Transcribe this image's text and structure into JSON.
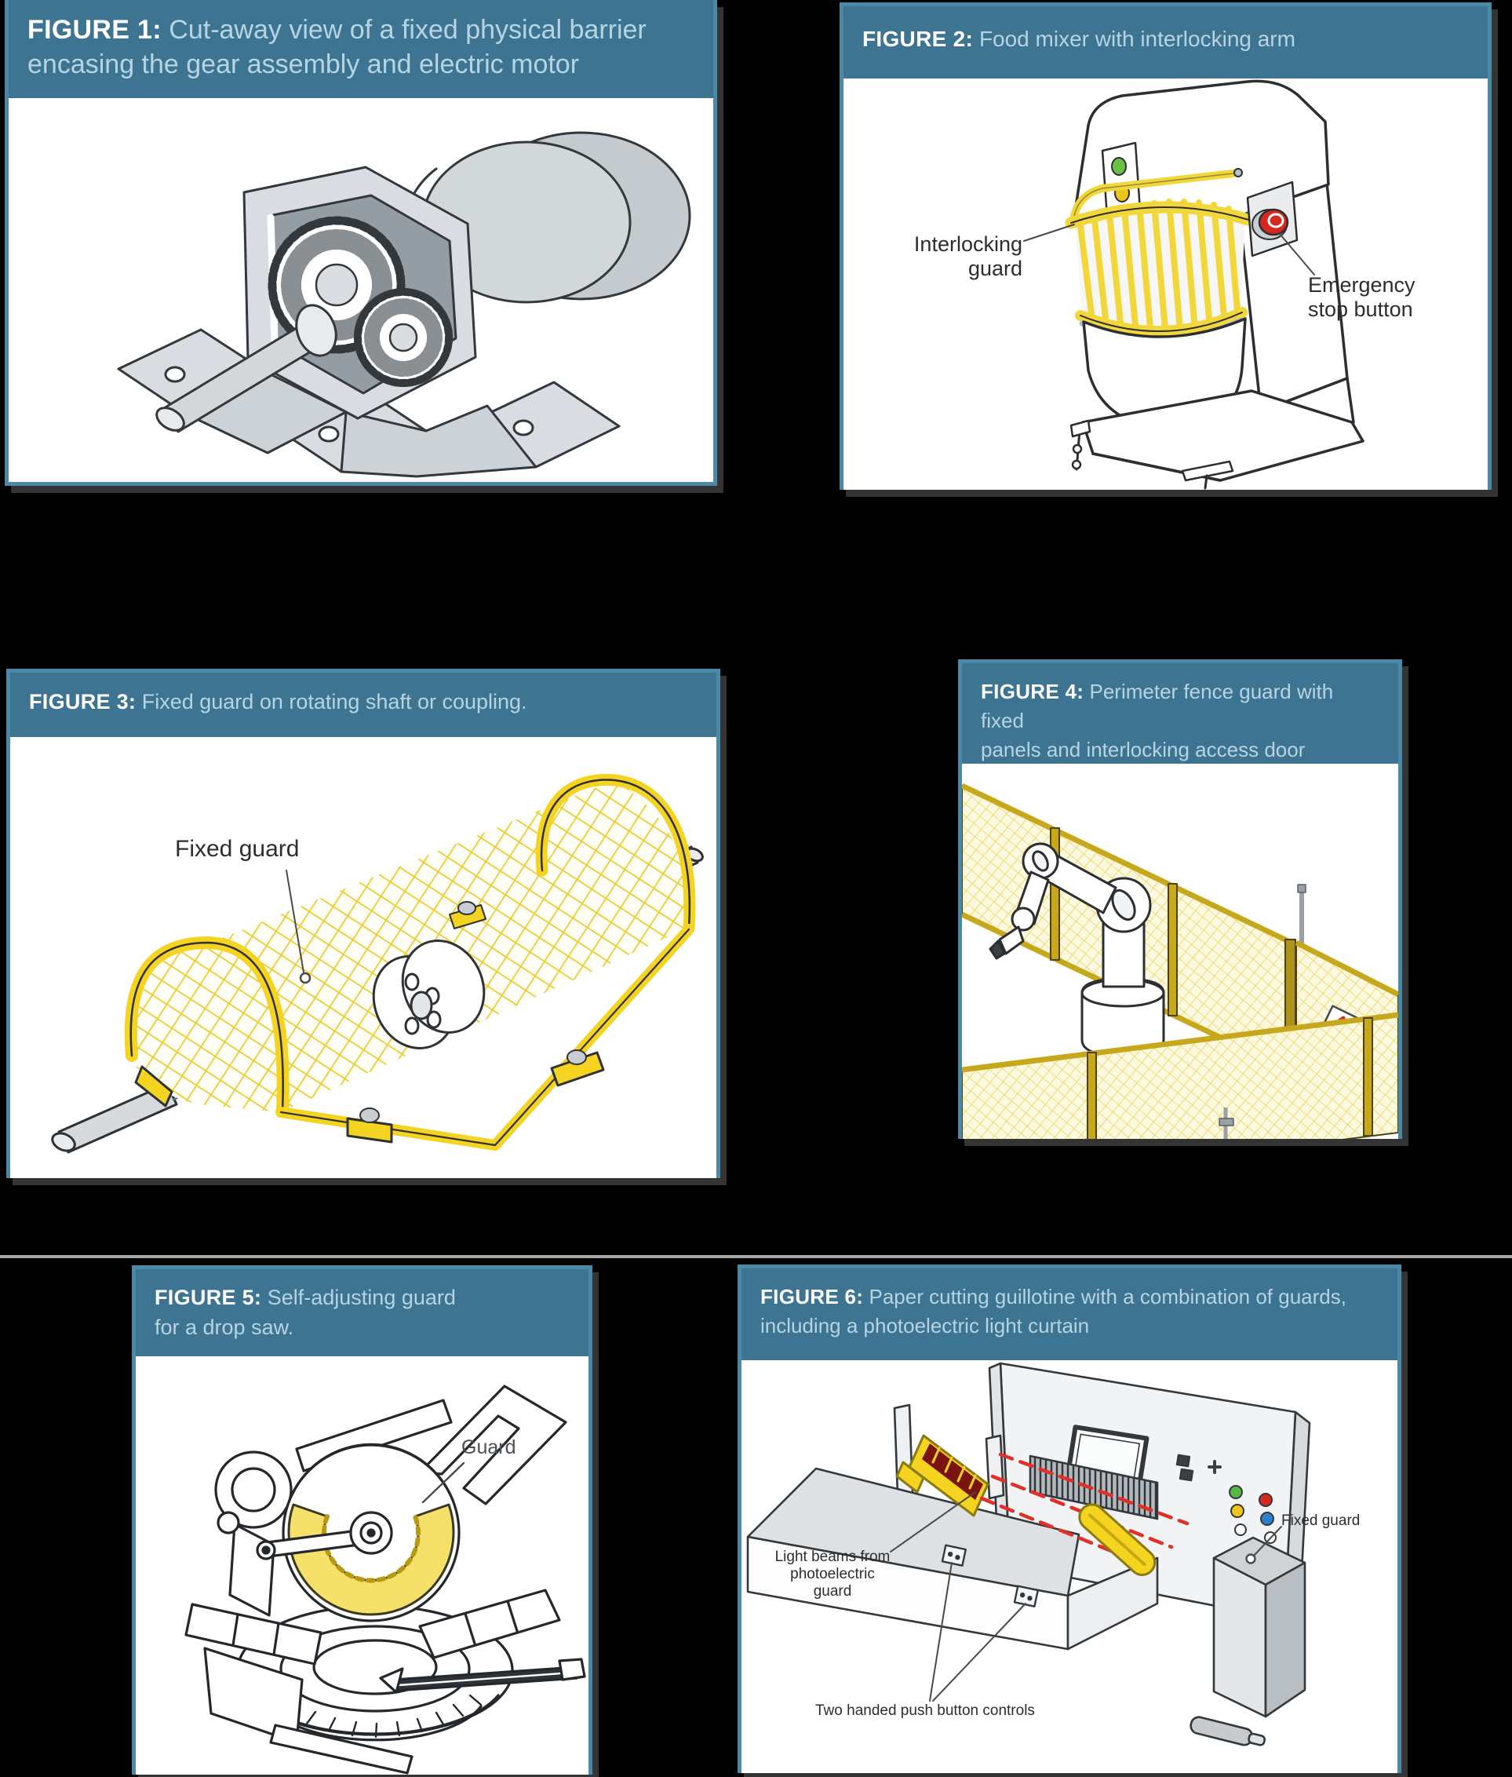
{
  "page": {
    "background": "#000000"
  },
  "colors": {
    "header_bg": "#3d7492",
    "header_label_text": "#ffffff",
    "header_caption_text": "#b7d4e2",
    "panel_border": "#4c89a6",
    "panel_bg": "#ffffff",
    "guard_yellow": "#f5d321",
    "mesh_line_yellow": "#eccb2d",
    "outline_dark": "#33383c",
    "stop_button_red": "#d6281e",
    "beam_red": "#e03028",
    "emitter_maroon": "#7a1410",
    "indicator_green": "#6cbf45",
    "indicator_yellow": "#f0c518",
    "machine_gray": "#d9dde1",
    "label_text": "#2d2d2d"
  },
  "figures": {
    "fig1": {
      "label": "FIGURE 1:",
      "caption": "Cut-away view of a fixed physical barrier\nencasing the gear assembly and electric motor"
    },
    "fig2": {
      "label": "FIGURE 2:",
      "caption": "Food mixer with interlocking arm",
      "annotations": {
        "interlocking_guard": "Interlocking\nguard",
        "emergency_stop": "Emergency\nstop button"
      }
    },
    "fig3": {
      "label": "FIGURE 3:",
      "caption": "Fixed guard on rotating shaft or coupling.",
      "annotations": {
        "fixed_guard": "Fixed guard"
      }
    },
    "fig4": {
      "label": "FIGURE 4:",
      "caption": "Perimeter fence guard with fixed\npanels and interlocking access door"
    },
    "fig5": {
      "label": "FIGURE 5:",
      "caption": "Self-adjusting guard\nfor a drop saw.",
      "annotations": {
        "guard": "Guard"
      }
    },
    "fig6": {
      "label": "FIGURE 6:",
      "caption": "Paper cutting guillotine with a combination of guards,\nincluding a photoelectric light curtain",
      "annotations": {
        "light_beams": "Light beams from\nphotoelectric\nguard",
        "two_handed": "Two handed push button controls",
        "fixed_guard": "Fixed guard"
      }
    }
  }
}
